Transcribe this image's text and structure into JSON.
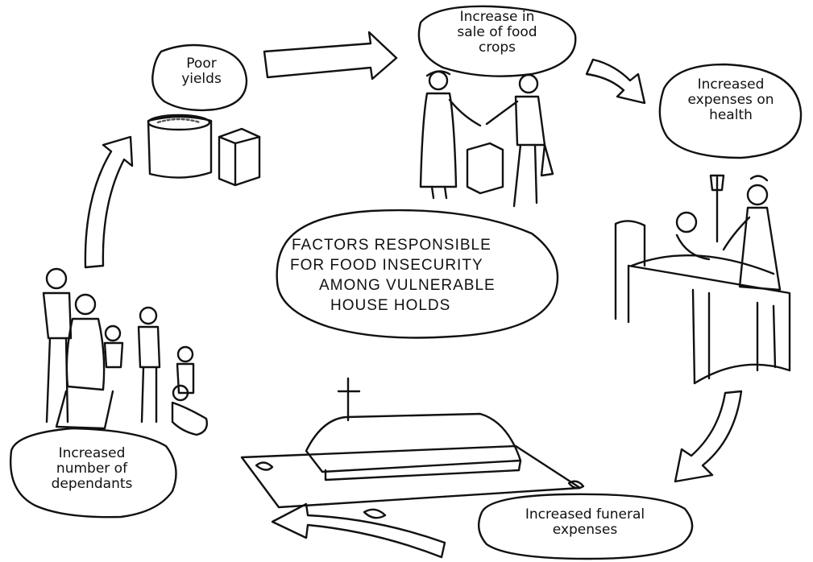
{
  "diagram": {
    "title_lines": [
      "FACTORS RESPONSIBLE",
      "FOR FOOD INSECURITY",
      "AMONG VULNERABLE",
      "HOUSE HOLDS"
    ],
    "stages": [
      {
        "id": "poor-yields",
        "lines": [
          "Poor",
          "yields"
        ]
      },
      {
        "id": "sale-food-crops",
        "lines": [
          "Increase in",
          "sale of food",
          "crops"
        ]
      },
      {
        "id": "health-expenses",
        "lines": [
          "Increased",
          "expenses on",
          "health"
        ]
      },
      {
        "id": "funeral-expenses",
        "lines": [
          "Increased funeral",
          "expenses"
        ]
      },
      {
        "id": "dependants",
        "lines": [
          "Increased",
          "number of",
          "dependants"
        ]
      }
    ],
    "colors": {
      "ink": "#111111",
      "paper": "#ffffff",
      "shade": "#555555"
    }
  }
}
